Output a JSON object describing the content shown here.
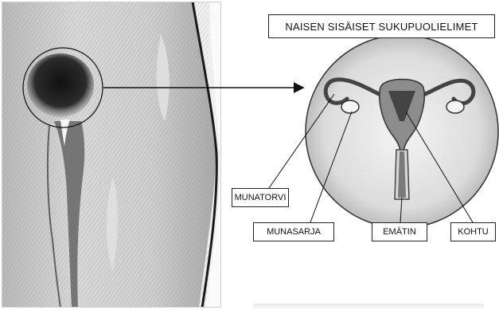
{
  "diagram": {
    "title": "NAISEN SISÄISET SUKUPUOLIELIMET",
    "labels": {
      "munatorvi": "MUNATORVI",
      "munasarja": "MUNASARJA",
      "ematin": "EMÄTIN",
      "kohtu": "KOHTU"
    }
  },
  "colors": {
    "line": "#111111",
    "pencil": "#2a2a2a",
    "paper": "#f2f2f2"
  }
}
